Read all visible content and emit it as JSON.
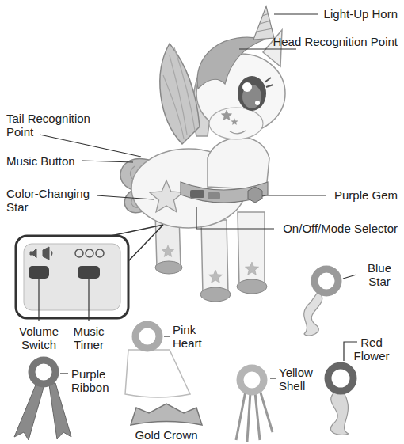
{
  "diagram": {
    "labels": [
      "Light-Up Horn",
      "Head Recognition Point",
      "Tail Recognition Point",
      "Music Button",
      "Color-Changing Star",
      "Purple Gem",
      "On/Off/Mode Selector",
      "Blue Star",
      "Volume Switch",
      "Music Timer",
      "Pink Heart",
      "Red Flower",
      "Purple Ribbon",
      "Yellow Shell",
      "Gold Crown"
    ]
  }
}
